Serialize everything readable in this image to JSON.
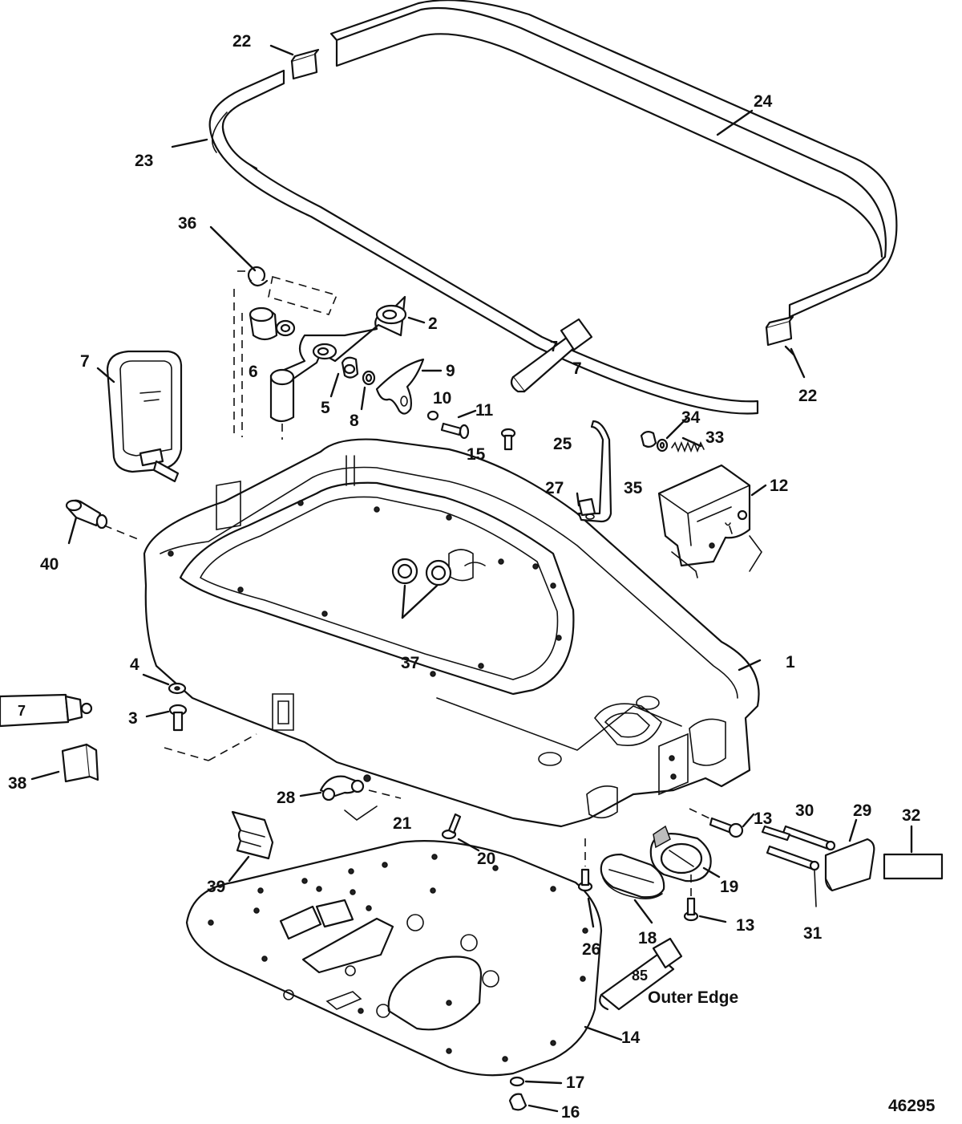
{
  "diagram": {
    "figure_number": "46295",
    "note": "Outer Edge",
    "tube_labels": [
      "7",
      "7",
      "85"
    ],
    "callouts": [
      {
        "id": "c1",
        "text": "1"
      },
      {
        "id": "c2",
        "text": "2"
      },
      {
        "id": "c3",
        "text": "3"
      },
      {
        "id": "c4",
        "text": "4"
      },
      {
        "id": "c5",
        "text": "5"
      },
      {
        "id": "c6",
        "text": "6"
      },
      {
        "id": "c7",
        "text": "7"
      },
      {
        "id": "c8",
        "text": "8"
      },
      {
        "id": "c9",
        "text": "9"
      },
      {
        "id": "c10",
        "text": "10"
      },
      {
        "id": "c11",
        "text": "11"
      },
      {
        "id": "c12",
        "text": "12"
      },
      {
        "id": "c13a",
        "text": "13"
      },
      {
        "id": "c13b",
        "text": "13"
      },
      {
        "id": "c14",
        "text": "14"
      },
      {
        "id": "c15",
        "text": "15"
      },
      {
        "id": "c16",
        "text": "16"
      },
      {
        "id": "c17",
        "text": "17"
      },
      {
        "id": "c18",
        "text": "18"
      },
      {
        "id": "c19",
        "text": "19"
      },
      {
        "id": "c20",
        "text": "20"
      },
      {
        "id": "c21",
        "text": "21"
      },
      {
        "id": "c22a",
        "text": "22"
      },
      {
        "id": "c22b",
        "text": "22"
      },
      {
        "id": "c23",
        "text": "23"
      },
      {
        "id": "c24",
        "text": "24"
      },
      {
        "id": "c25",
        "text": "25"
      },
      {
        "id": "c26",
        "text": "26"
      },
      {
        "id": "c27",
        "text": "27"
      },
      {
        "id": "c28",
        "text": "28"
      },
      {
        "id": "c29",
        "text": "29"
      },
      {
        "id": "c30",
        "text": "30"
      },
      {
        "id": "c31",
        "text": "31"
      },
      {
        "id": "c32",
        "text": "32"
      },
      {
        "id": "c33",
        "text": "33"
      },
      {
        "id": "c34",
        "text": "34"
      },
      {
        "id": "c35",
        "text": "35"
      },
      {
        "id": "c36",
        "text": "36"
      },
      {
        "id": "c37",
        "text": "37"
      },
      {
        "id": "c38",
        "text": "38"
      },
      {
        "id": "c39",
        "text": "39"
      },
      {
        "id": "c40",
        "text": "40"
      }
    ]
  }
}
